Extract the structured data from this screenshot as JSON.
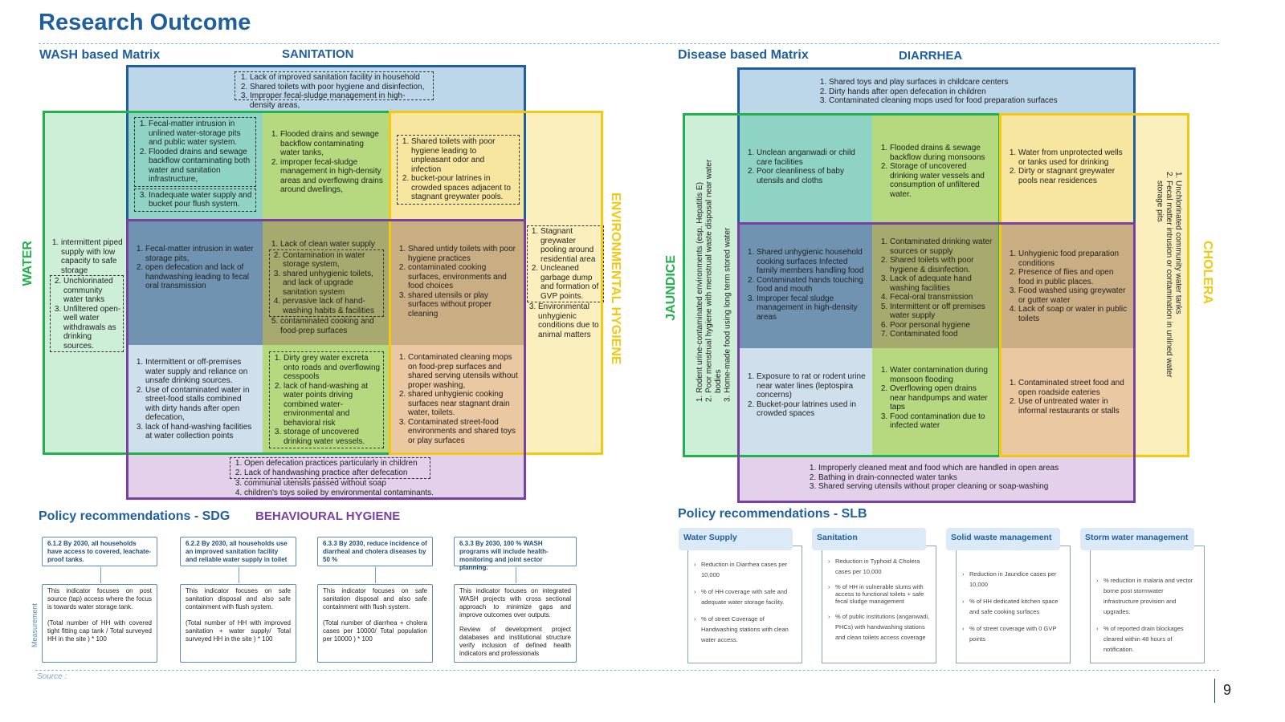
{
  "title": "Research Outcome",
  "page_number": "9",
  "source": "Source :",
  "wash": {
    "heading": "WASH based Matrix",
    "sanitation_label": "SANITATION",
    "water_label": "WATER",
    "env_label": "ENVIRONMENTAL HYGIENE",
    "behav_label": "BEHAVIOURAL HYGIENE",
    "top": [
      "Lack of improved sanitation facility in household",
      "Shared toilets with poor hygiene and disinfection,",
      "Improper fecal-sludge management in high-density areas,"
    ],
    "left": [
      "intermittent piped supply with low capacity to safe storage",
      "Unchlorinated community water tanks",
      "Unfiltered open-well water withdrawals as drinking sources."
    ],
    "right": [
      "Stagnant greywater pooling around residential area",
      "Uncleaned garbage dump and formation of GVP points.",
      "Environmental unhygienic conditions due to animal matters"
    ],
    "bottom": [
      "Open defecation practices particularly in children",
      "Lack of handwashing practice after defecation",
      "communal utensils passed without soap",
      "children's toys soiled by environmental contaminants."
    ],
    "r1c1": [
      "Fecal-matter intrusion in unlined water-storage pits and public water system.",
      "Flooded drains and sewage backflow contaminating both water and sanitation infrastructure,",
      "Inadequate water supply and bucket pour flush system."
    ],
    "r1c2": [
      "Flooded drains and sewage backflow contaminating water tanks,",
      "improper fecal-sludge management in high-density areas and overflowing drains around dwellings,"
    ],
    "r1c3": [
      "Shared toilets with poor hygiene leading to unpleasant odor and infection",
      "bucket-pour latrines in crowded spaces adjacent to stagnant greywater pools."
    ],
    "r2c1": [
      "Fecal-matter intrusion in water storage pits,",
      "open defecation and lack of handwashing leading to fecal oral transmission"
    ],
    "r2c2": [
      "Lack of clean water supply",
      "Contamination in water storage system,",
      "shared unhygienic toilets, and lack of upgrade sanitation system",
      "pervasive lack of hand-washing habits & facilities",
      "contaminated cooking and food-prep surfaces"
    ],
    "r2c3": [
      "Shared untidy toilets with poor hygiene practices",
      "contaminated cooking surfaces, environments and food choices",
      "shared utensils or play surfaces without proper cleaning"
    ],
    "r3c1": [
      "Intermittent or off-premises water supply and reliance on unsafe drinking sources.",
      "Use of contaminated water in street-food stalls combined with dirty hands after open defecation,",
      "lack of hand-washing facilities at water collection points"
    ],
    "r3c2": [
      "Dirty grey water excreta onto roads and overflowing cesspools",
      "lack of hand-washing at water points driving combined water-environmental and behavioral risk",
      "storage of uncovered drinking water vessels."
    ],
    "r3c3": [
      "Contaminated cleaning mops on food-prep surfaces and shared serving utensils without proper washing,",
      "shared unhygienic cooking surfaces near stagnant drain water, toilets.",
      "Contaminated street-food environments and shared toys or play surfaces"
    ]
  },
  "disease": {
    "heading": "Disease based Matrix",
    "diarrhea_label": "DIARRHEA",
    "jaundice_label": "JAUNDICE",
    "cholera_label": "CHOLERA",
    "top": [
      "Shared toys and play surfaces in childcare centers",
      "Dirty hands after open defecation in children",
      "Contaminated cleaning mops used for food preparation surfaces"
    ],
    "left": [
      "Rodent urine-contaminated environments (esp. Hepatitis E)",
      "Poor menstrual hygiene with menstrual waste disposal near water bodies",
      "Home-made food using long term stored water"
    ],
    "right": [
      "Unchlorinated community water tanks",
      "Fecal matter intrusion or contamination in unlined water storage pits"
    ],
    "bottom": [
      "Improperly cleaned meat and food which are handled in open areas",
      "Bathing in drain-connected water tanks",
      "Shared serving utensils without proper cleaning or soap-washing"
    ],
    "r1c1": [
      "Unclean anganwadi or child care facilities",
      "Poor cleanliness of baby utensils and cloths"
    ],
    "r1c2": [
      "Flooded drains & sewage backflow during monsoons",
      "Storage of uncovered drinking water vessels and consumption of unfiltered water."
    ],
    "r1c3": [
      "Water from unprotected wells or tanks used for drinking",
      "Dirty or stagnant greywater pools near residences"
    ],
    "r2c1": [
      "Shared unhygienic household cooking surfaces Infected family members handling food",
      "Contaminated hands touching food and mouth",
      "Improper fecal sludge management in high-density areas"
    ],
    "r2c2": [
      "Contaminated drinking water sources or supply",
      "Shared toilets with poor hygiene & disinfection.",
      "Lack of adequate hand washing facilities",
      "Fecal-oral transmission",
      "Intermittent or off premises water supply",
      "Poor personal hygiene",
      "Contaminated food"
    ],
    "r2c3": [
      "Unhygienic food preparation conditions",
      "Presence of flies and open food in public places.",
      "Food washed using greywater or gutter water",
      "Lack of soap or water in public toilets"
    ],
    "r3c1": [
      "Exposure to rat or rodent urine near water lines (leptospira concerns)",
      "Bucket-pour latrines used in crowded spaces"
    ],
    "r3c2": [
      "Water contamination during monsoon flooding",
      "Overflowing open drains near handpumps and water taps",
      "Food contamination due to infected water"
    ],
    "r3c3": [
      "Contaminated street food and open roadside eateries",
      "Use of untreated water in informal restaurants or stalls"
    ]
  },
  "sdg": {
    "heading": "Policy recommendations - SDG",
    "measurement_label": "Measurement",
    "cards": [
      {
        "target": "6.1.2 By 2030, all households have access to covered, leachate-proof tanks.",
        "m1": "This indicator focuses on post source (tap) access where the focus is towards water storage tank.",
        "m2": "(Total number of HH with covered tight fitting cap tank / Total surveyed HH in the site ) * 100"
      },
      {
        "target": "6.2.2 By 2030, all households use an improved sanitation facility and reliable water supply in toilet",
        "m1": "This indicator focuses on safe sanitation disposal and also safe containment with flush system.",
        "m2": "(Total number of HH with improved sanitation + water supply/ Total surveyed HH in the site ) * 100"
      },
      {
        "target": "6.3.3 By 2030, reduce incidence of diarrheal and cholera diseases by 50 %",
        "m1": "This indicator focuses on safe sanitation disposal and also safe containment with flush system.",
        "m2": "(Total number of diarrhea + cholera cases per 10000/ Total population per 10000 ) * 100"
      },
      {
        "target": "6.3.3 By 2030, 100 % WASH programs will include health-monitoring and joint sector planning.",
        "m1": "This indicator focuses on integrated WASH projects with cross sectional approach to minimize gaps and improve outcomes over outputs.",
        "m2": "Review of development project databases and institutional structure verify inclusion of defined health indicators and professionals"
      }
    ]
  },
  "slb": {
    "heading": "Policy recommendations - SLB",
    "cards": [
      {
        "title": "Water Supply",
        "items": [
          "Reduction in Diarrhea cases per 10,000",
          "% of HH coverage with safe and adequate water storage facility.",
          "% of street Coverage of Handwashing stations with clean water access."
        ]
      },
      {
        "title": "Sanitation",
        "items": [
          "Reduction in Typhoid & Cholera cases per 10,000",
          "% of HH in vulnerable slums with access to functional toilets + safe fecal sludge management",
          "% of public institutions (anganwadi, PHCs) with handwashing stations and clean toilets access coverage"
        ]
      },
      {
        "title": "Solid waste management",
        "items": [
          "Reduction in Jaundice cases per 10,000",
          "% of HH dedicated kitchen space and safe cooking surfaces",
          "% of street coverage with 0 GVP points"
        ]
      },
      {
        "title": "Storm water management",
        "items": [
          "% reduction in malaria and vector borne post stormwater infrastructure provision and upgrades.",
          "% of reported drain blockages cleared within 48 hours of notification."
        ]
      }
    ]
  },
  "colors": {
    "sanitation": "#1f5f9e",
    "water": "#22b14c",
    "env": "#f2c811",
    "behav": "#7a3fa0",
    "teal": "#8fd3c4",
    "green": "#b6d97f",
    "yellow": "#f6e6a0",
    "slate": "#6f93b0",
    "olive": "#a6aa6e",
    "tan": "#c9ae84",
    "blue_light": "#bdd7ea",
    "green_light": "#cdeed7",
    "yellow_light": "#fbf0bd",
    "purple_light": "#e3d0ea"
  }
}
